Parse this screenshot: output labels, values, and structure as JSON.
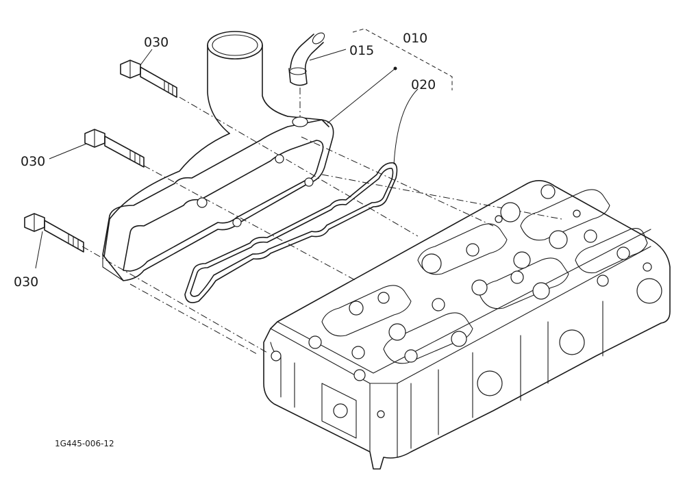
{
  "labels": {
    "assembly": "010",
    "elbow_pipe": "015",
    "gasket": "020",
    "bolt_top": "030",
    "bolt_middle": "030",
    "bolt_bottom": "030"
  },
  "figure_code": "1G445-006-12"
}
